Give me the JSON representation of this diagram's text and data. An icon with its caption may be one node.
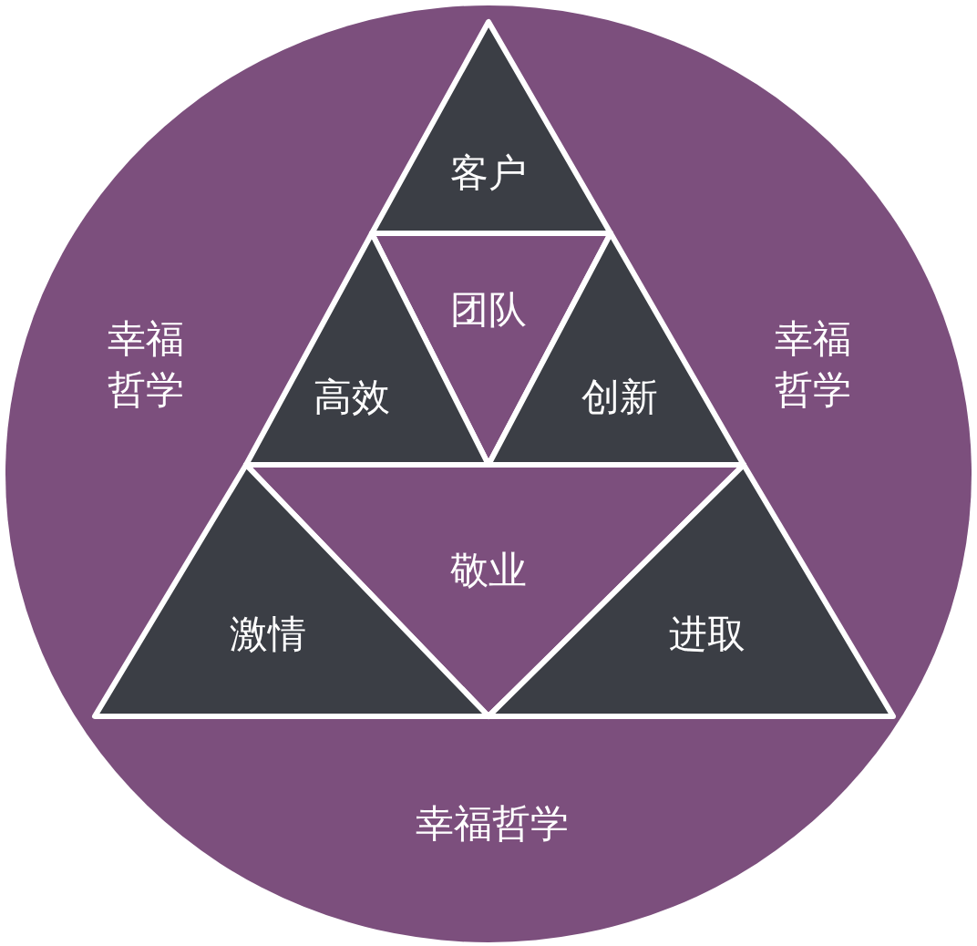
{
  "diagram": {
    "nodes": [
      {
        "text": [
          "幸福哲学",
          "幸福哲学",
          "幸福哲学"
        ]
      },
      {
        "text": [
          "客户"
        ],
        "in": 0
      },
      {
        "text": [
          "团队"
        ],
        "in": 0
      },
      {
        "text": [
          "高效"
        ],
        "in": 0
      },
      {
        "text": [
          "创新"
        ],
        "in": 0
      },
      {
        "text": [
          "敬业"
        ],
        "in": 0
      },
      {
        "text": [
          "激情"
        ],
        "in": 0
      },
      {
        "text": [
          "进取"
        ],
        "in": 0
      }
    ]
  }
}
